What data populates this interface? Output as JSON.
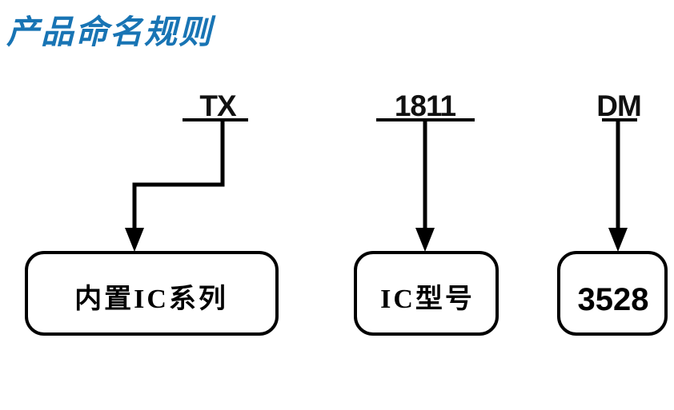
{
  "page": {
    "title": "产品命名规则",
    "title_color": "#1874B4",
    "background_color": "#ffffff",
    "line_color": "#000000"
  },
  "diagram": {
    "type": "naming-rule-breakdown",
    "segments": [
      {
        "id": "prefix",
        "code": "TX",
        "meaning": "内置IC系列",
        "meaning_script": "cjk"
      },
      {
        "id": "model",
        "code": "1811",
        "meaning": "IC型号",
        "meaning_script": "cjk"
      },
      {
        "id": "suffix",
        "code": "DM",
        "meaning": "3528",
        "meaning_script": "latin"
      }
    ]
  }
}
